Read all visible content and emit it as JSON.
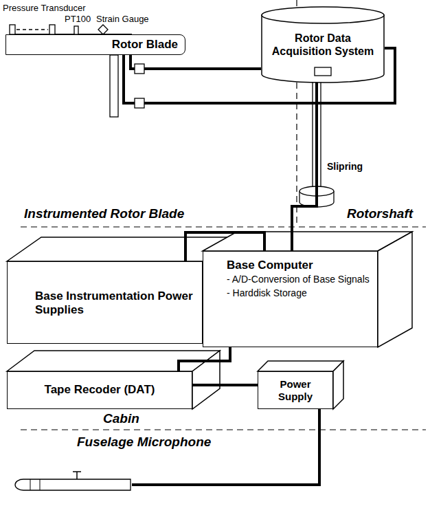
{
  "diagram": {
    "nodes": [
      {
        "text": [
          "Rotor Blade"
        ]
      },
      {
        "text": [
          "Rotor Data Acquisition System"
        ]
      },
      {
        "text": [
          "Base Instrumentation Power Supplies"
        ]
      },
      {
        "text": [
          "Base Computer",
          "- A/D-Conversion of Base Signals",
          "- Harddisk Storage"
        ]
      },
      {
        "text": [
          "Tape Recoder (DAT)"
        ]
      },
      {
        "text": [
          "Power Supply"
        ]
      }
    ],
    "edges": [
      {
        "from": 0,
        "to": 1,
        "arrow": "none"
      },
      {
        "from": 0,
        "to": 1,
        "arrow": "none"
      },
      {
        "from": 1,
        "to": 3,
        "arrow": "none"
      },
      {
        "from": 2,
        "to": 3,
        "arrow": "none"
      },
      {
        "from": 3,
        "to": 4,
        "arrow": "none"
      },
      {
        "from": 4,
        "to": 5,
        "arrow": "none"
      }
    ],
    "labels": [
      "Pressure Transducer",
      "PT100",
      "Strain Gauge",
      "Slipring",
      "Instrumented Rotor Blade",
      "Rotorshaft",
      "Cabin",
      "Fuselage Microphone"
    ]
  }
}
